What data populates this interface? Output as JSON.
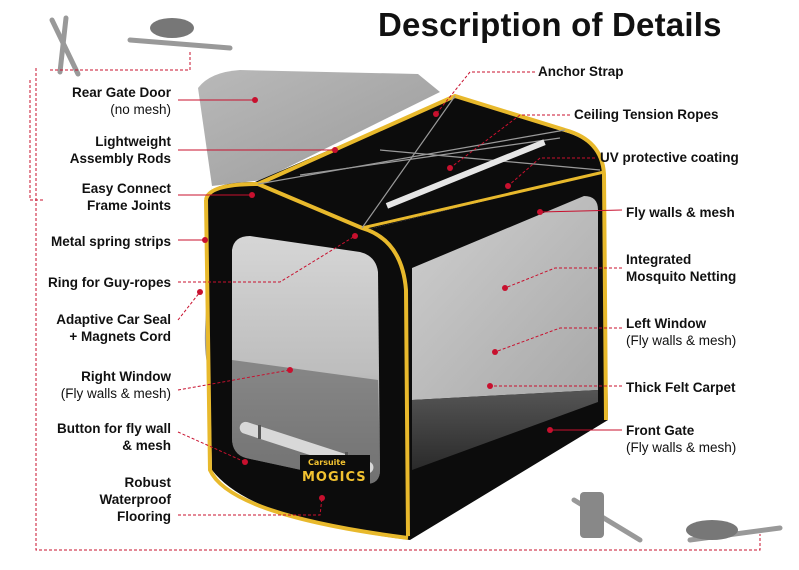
{
  "title": "Description of Details",
  "labels_left": [
    {
      "id": "rear-gate-door",
      "bold": "Rear Gate Door",
      "normal": "(no mesh)"
    },
    {
      "id": "lightweight-rods",
      "bold": "Lightweight",
      "bold2": "Assembly Rods"
    },
    {
      "id": "easy-connect",
      "bold": "Easy Connect",
      "bold2": "Frame Joints"
    },
    {
      "id": "metal-spring",
      "bold": "Metal spring strips"
    },
    {
      "id": "ring-guy-ropes",
      "bold": "Ring for Guy-ropes"
    },
    {
      "id": "adaptive-car-seal",
      "bold": "Adaptive Car Seal",
      "bold2": "+ Magnets Cord"
    },
    {
      "id": "right-window",
      "bold": "Right Window",
      "normal": "(Fly walls & mesh)"
    },
    {
      "id": "button-fly-wall",
      "bold": "Button for fly wall",
      "bold2": "& mesh"
    },
    {
      "id": "robust-flooring",
      "bold": "Robust",
      "bold2": "Waterproof",
      "bold3": "Flooring"
    }
  ],
  "labels_right": [
    {
      "id": "anchor-strap",
      "bold": "Anchor Strap"
    },
    {
      "id": "ceiling-ropes",
      "bold": "Ceiling Tension Ropes"
    },
    {
      "id": "uv-coating",
      "bold": "UV protective coating"
    },
    {
      "id": "fly-walls-mesh",
      "bold": "Fly walls & mesh"
    },
    {
      "id": "mosquito-netting",
      "bold": "Integrated",
      "bold2": "Mosquito Netting"
    },
    {
      "id": "left-window",
      "bold": "Left Window",
      "normal": "(Fly walls & mesh)"
    },
    {
      "id": "felt-carpet",
      "bold": "Thick Felt Carpet"
    },
    {
      "id": "front-gate",
      "bold": "Front  Gate",
      "normal": "(Fly walls & mesh)"
    }
  ],
  "logo": {
    "small": "Carsuite",
    "brand": "MOGICS"
  },
  "colors": {
    "frame": "#e8b92c",
    "body": "#0c0c0c",
    "leader": "#c8102e",
    "rear_panel": "#a9a9a9",
    "mesh": "#c9c9c9"
  }
}
